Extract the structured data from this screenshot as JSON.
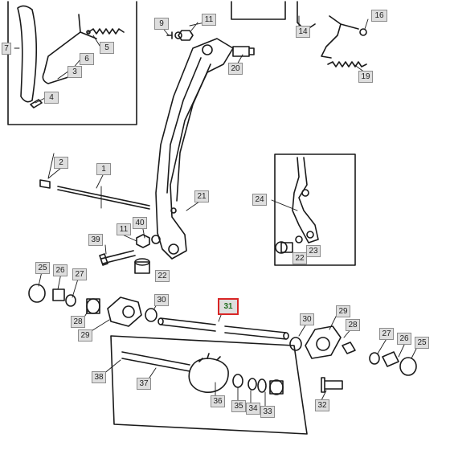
{
  "diagram": {
    "callouts": {
      "c1": "1",
      "c2": "2",
      "c3": "3",
      "c4": "4",
      "c5": "5",
      "c6": "6",
      "c7": "7",
      "c9": "9",
      "c11a": "11",
      "c11b": "11",
      "c14": "14",
      "c16": "16",
      "c19": "19",
      "c20": "20",
      "c21": "21",
      "c22a": "22",
      "c22b": "22",
      "c23": "23",
      "c24": "24",
      "c25a": "25",
      "c25b": "25",
      "c26a": "26",
      "c26b": "26",
      "c27a": "27",
      "c27b": "27",
      "c28a": "28",
      "c28b": "28",
      "c29a": "29",
      "c29b": "29",
      "c30a": "30",
      "c30b": "30",
      "c31": "31",
      "c32": "32",
      "c33": "33",
      "c34": "34",
      "c35": "35",
      "c36": "36",
      "c37": "37",
      "c38": "38",
      "c39": "39",
      "c40": "40"
    },
    "selected_part": "31",
    "colors": {
      "line": "#1a1a1a",
      "callout_bg": "#dedede",
      "highlight": "#d92626",
      "selected_text": "#1f6f1f"
    }
  }
}
